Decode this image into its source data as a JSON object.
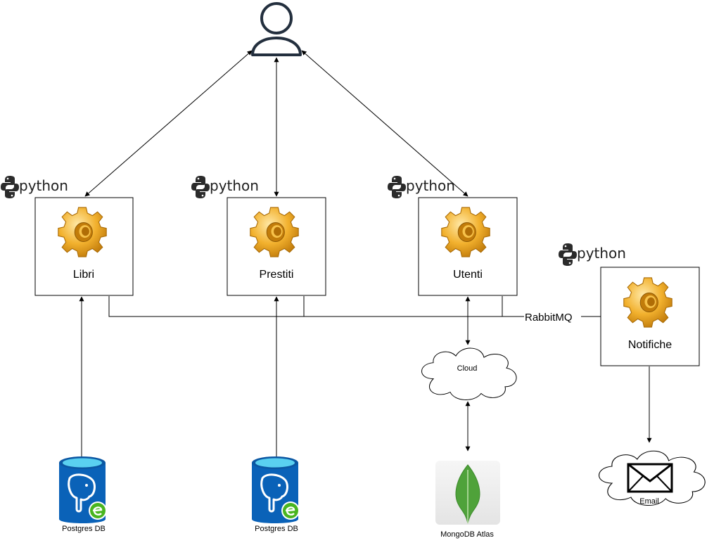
{
  "user": {
    "icon": "user-icon"
  },
  "python_label": "python",
  "services": [
    {
      "label": "Libri",
      "icon": "gear-icon"
    },
    {
      "label": "Prestiti",
      "icon": "gear-icon"
    },
    {
      "label": "Utenti",
      "icon": "gear-icon"
    },
    {
      "label": "Notifiche",
      "icon": "gear-icon"
    }
  ],
  "bus_label": "RabbitMQ",
  "cloud_label": "Cloud",
  "email_label": "Email",
  "databases": [
    {
      "label": "Postgres DB",
      "icon": "postgres-db-icon"
    },
    {
      "label": "Postgres DB",
      "icon": "postgres-db-icon"
    },
    {
      "label": "MongoDB Atlas",
      "icon": "mongodb-leaf-icon"
    }
  ],
  "colors": {
    "gear": "#f0a818",
    "gear_dark": "#b87708",
    "postgres_blue": "#0a62b8",
    "postgres_cyan": "#5ad0f0",
    "postgres_badge": "#49b51f",
    "mongo_green": "#4fa23a",
    "line": "#000000"
  }
}
